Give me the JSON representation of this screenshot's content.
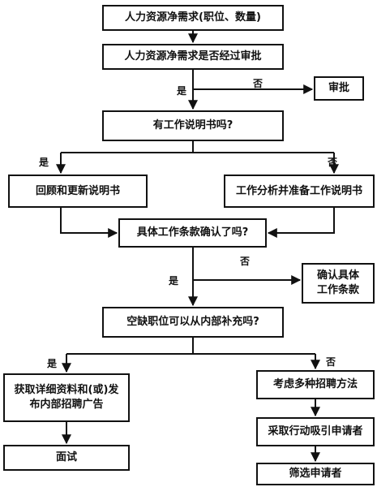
{
  "nodes": {
    "n1": "人力资源净需求(职位、数量)",
    "n2": "人力资源净需求是否经过审批",
    "n3": "审批",
    "n4": "有工作说明书吗?",
    "n5": "回顾和更新说明书",
    "n6": "工作分析并准备工作说明书",
    "n7": "具体工作条款确认了吗?",
    "n8": "确认具体\n工作条款",
    "n9": "空缺职位可以从内部补充吗?",
    "n10": "获取详细资料和(或)发\n布内部招聘广告",
    "n11": "考虑多种招聘方法",
    "n12": "面试",
    "n13": "采取行动吸引申请者",
    "n14": "筛选申请者"
  },
  "labels": {
    "yes1": "是",
    "no1": "否",
    "yes2": "是",
    "no2": "否",
    "yes3": "是",
    "no3": "否",
    "yes4": "是",
    "no4": "否"
  }
}
